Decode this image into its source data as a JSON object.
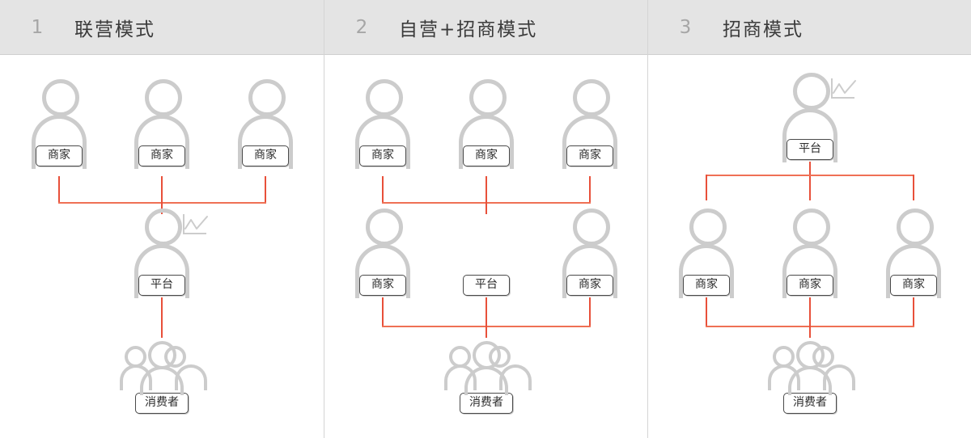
{
  "page": {
    "background": "#ffffff",
    "divider_color": "#d4d4d4",
    "header_background": "#e4e4e4",
    "connector_color": "#e8503a",
    "connector_color_light": "#ef7055",
    "figure_color": "#cccccc",
    "label_border_color": "#4a4a4a"
  },
  "labels": {
    "merchant": "商家",
    "platform": "平台",
    "consumer": "消费者"
  },
  "icons": {
    "person": "person-icon",
    "person_with_chart": "person-with-chart-icon",
    "people_group": "people-group-icon",
    "chart_badge": "line-chart-badge-icon"
  },
  "panels": [
    {
      "index": "1",
      "title": "联营模式",
      "rows": [
        {
          "role": "merchants",
          "nodes": [
            {
              "label": "商家",
              "icon": "person-icon"
            },
            {
              "label": "商家",
              "icon": "person-icon"
            },
            {
              "label": "商家",
              "icon": "person-icon"
            }
          ]
        },
        {
          "role": "platform",
          "nodes": [
            {
              "label": "平台",
              "icon": "person-with-chart-icon"
            }
          ]
        },
        {
          "role": "consumers",
          "nodes": [
            {
              "label": "消费者",
              "icon": "people-group-icon"
            }
          ]
        }
      ],
      "connectors": [
        {
          "type": "converge-up",
          "from": "merchants",
          "to": "platform"
        },
        {
          "type": "stem",
          "from": "platform",
          "to": "consumers"
        }
      ]
    },
    {
      "index": "2",
      "title": "自营+招商模式",
      "rows": [
        {
          "role": "merchants",
          "nodes": [
            {
              "label": "商家",
              "icon": "person-icon"
            },
            {
              "label": "商家",
              "icon": "person-icon"
            },
            {
              "label": "商家",
              "icon": "person-icon"
            }
          ]
        },
        {
          "role": "platform",
          "nodes": [
            {
              "label": "商家",
              "icon": "person-icon"
            },
            {
              "label": "平台",
              "icon": "none"
            },
            {
              "label": "商家",
              "icon": "person-icon"
            }
          ]
        },
        {
          "role": "consumers",
          "nodes": [
            {
              "label": "消费者",
              "icon": "people-group-icon"
            }
          ]
        }
      ],
      "connectors": [
        {
          "type": "converge-up",
          "from": "merchants",
          "to": "platform"
        },
        {
          "type": "converge-up",
          "from": "platform",
          "to": "consumers"
        }
      ]
    },
    {
      "index": "3",
      "title": "招商模式",
      "rows": [
        {
          "role": "platform",
          "nodes": [
            {
              "label": "平台",
              "icon": "person-with-chart-icon"
            }
          ]
        },
        {
          "role": "merchants",
          "nodes": [
            {
              "label": "商家",
              "icon": "person-icon"
            },
            {
              "label": "商家",
              "icon": "person-icon"
            },
            {
              "label": "商家",
              "icon": "person-icon"
            }
          ]
        },
        {
          "role": "consumers",
          "nodes": [
            {
              "label": "消费者",
              "icon": "people-group-icon"
            }
          ]
        }
      ],
      "connectors": [
        {
          "type": "diverge-down",
          "from": "platform",
          "to": "merchants"
        },
        {
          "type": "converge-up",
          "from": "merchants",
          "to": "consumers"
        }
      ]
    }
  ]
}
